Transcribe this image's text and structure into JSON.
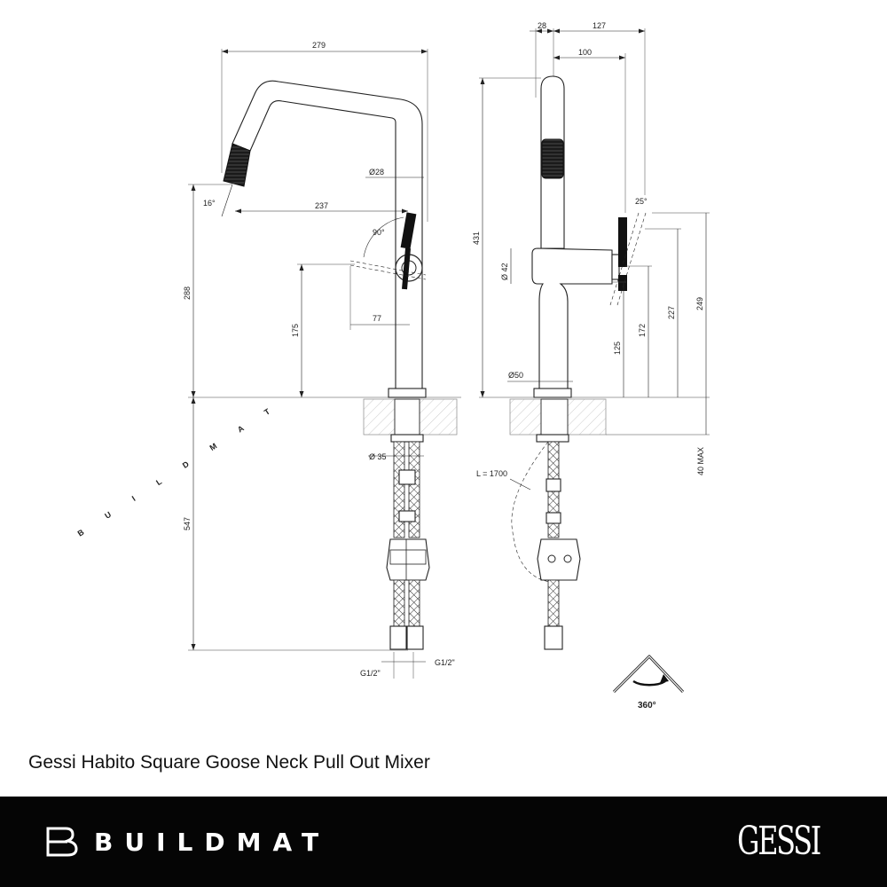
{
  "watermark": "BUILDMAT",
  "caption": "Gessi Habito Square Goose Neck Pull Out Mixer",
  "brand": {
    "name": "BUILDMAT",
    "icon": "buildmat-logo-icon"
  },
  "partner_logo": "GESSI",
  "side_view": {
    "dim_width": "279",
    "dim_pipe_diameter": "Ø28",
    "dim_spout_angle": "16°",
    "dim_spout_reach": "237",
    "dim_lever_angle": "90°",
    "dim_handle_offset": "77",
    "dim_handle_height": "175",
    "dim_total_height": "288",
    "dim_hole_diameter": "Ø 35",
    "dim_below_deck": "547",
    "fitting_left": "G1/2\"",
    "fitting_right": "G1/2\""
  },
  "front_view": {
    "dim_top_28": "28",
    "dim_top_127": "127",
    "dim_top_100": "100",
    "dim_height_431": "431",
    "dim_body_diameter": "Ø 42",
    "dim_lever_angle": "25°",
    "dim_base_diameter": "Ø50",
    "dim_125": "125",
    "dim_172": "172",
    "dim_227": "227",
    "dim_249": "249",
    "dim_deck_max": "40 MAX",
    "hose_length": "L = 1700",
    "rotation": "360°"
  }
}
